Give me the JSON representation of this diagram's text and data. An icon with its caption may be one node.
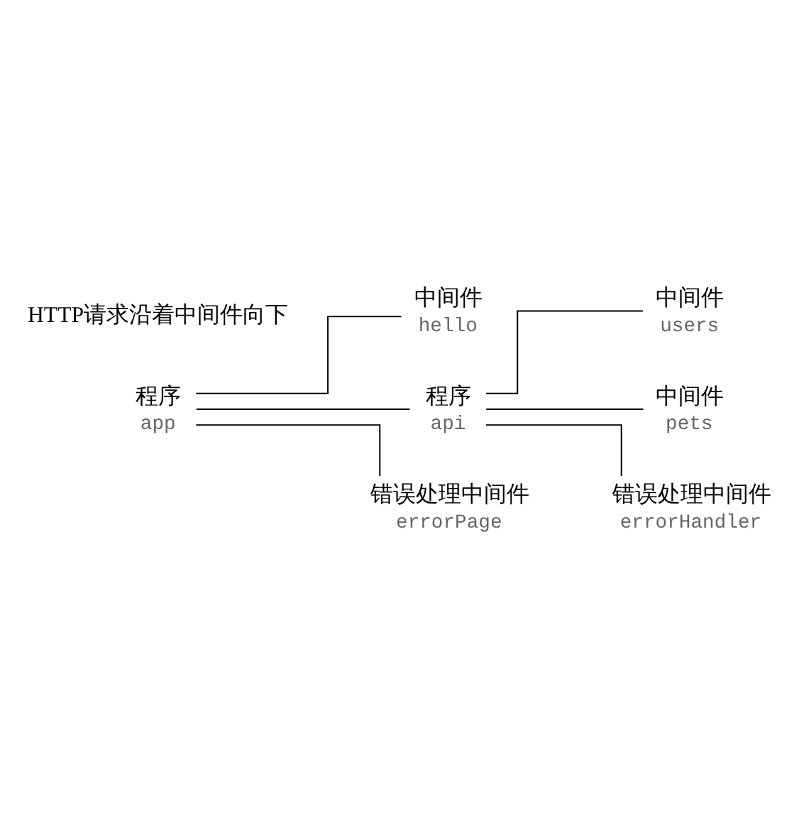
{
  "diagram": {
    "nodes": [
      {
        "text": [
          "程序",
          "app"
        ]
      },
      {
        "text": [
          "中间件",
          "hello"
        ]
      },
      {
        "text": [
          "程序",
          "api"
        ]
      },
      {
        "text": [
          "中间件",
          "users"
        ]
      },
      {
        "text": [
          "中间件",
          "pets"
        ]
      },
      {
        "text": [
          "错误处理中间件",
          "errorHandler"
        ]
      },
      {
        "text": [
          "错误处理中间件",
          "errorPage"
        ]
      }
    ],
    "edges": [
      {
        "from": 0,
        "to": 1,
        "arrow": "none"
      },
      {
        "from": 0,
        "to": 2,
        "arrow": "none"
      },
      {
        "from": 2,
        "to": 3,
        "arrow": "none"
      },
      {
        "from": 2,
        "to": 4,
        "arrow": "none"
      },
      {
        "from": 2,
        "to": 5,
        "arrow": "none"
      },
      {
        "from": 0,
        "to": 6,
        "arrow": "none"
      }
    ],
    "labels": [
      "HTTP请求沿着中间件向下"
    ]
  }
}
